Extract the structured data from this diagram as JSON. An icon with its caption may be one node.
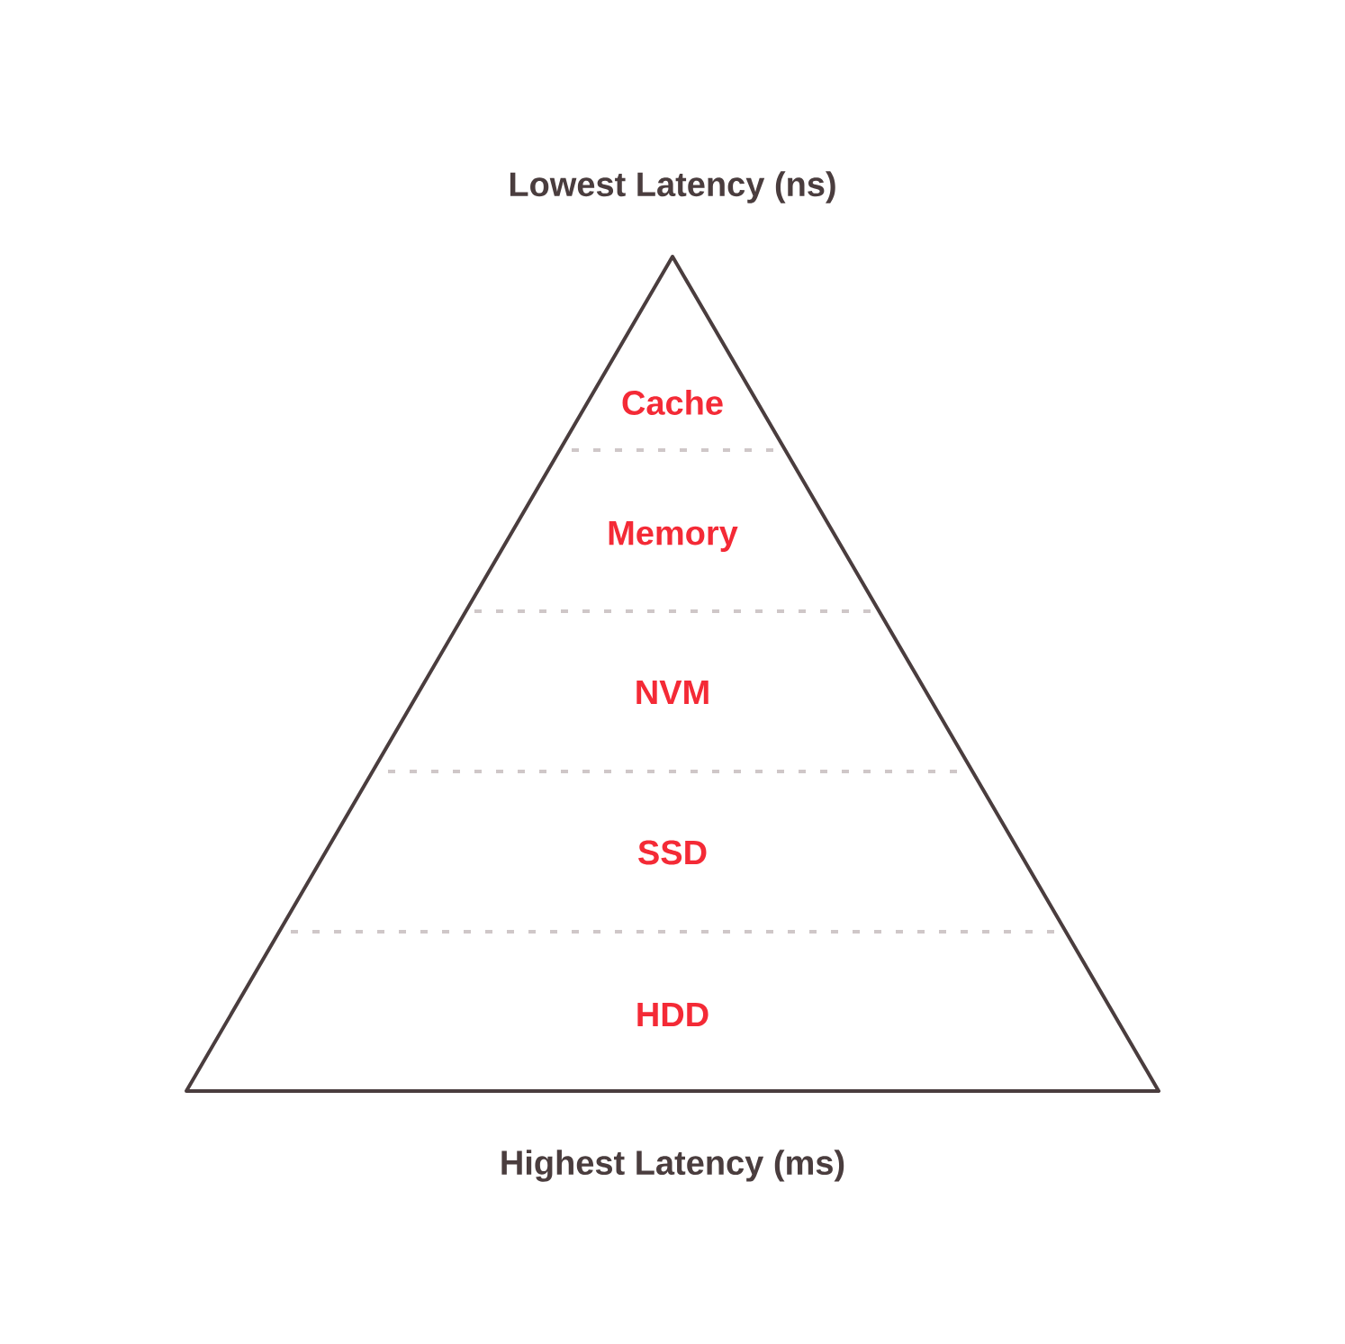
{
  "diagram": {
    "nodes": [
      {
        "text": [
          "Cache"
        ]
      },
      {
        "text": [
          "Memory"
        ]
      },
      {
        "text": [
          "NVM"
        ]
      },
      {
        "text": [
          "SSD"
        ]
      },
      {
        "text": [
          "HDD"
        ]
      }
    ],
    "labels": [
      "Lowest Latency (ns)",
      "Highest Latency (ms)"
    ]
  }
}
